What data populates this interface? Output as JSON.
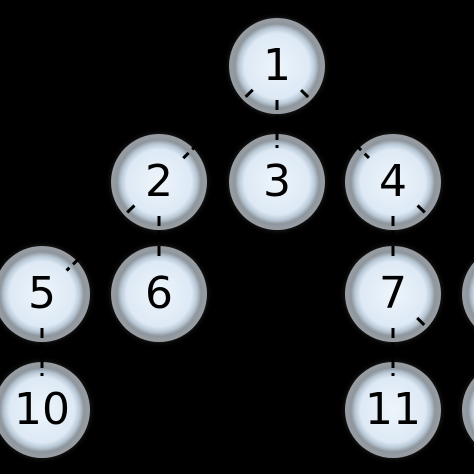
{
  "tree": {
    "nodes": [
      {
        "id": "1",
        "label": "1"
      },
      {
        "id": "2",
        "label": "2"
      },
      {
        "id": "3",
        "label": "3"
      },
      {
        "id": "4",
        "label": "4"
      },
      {
        "id": "5",
        "label": "5"
      },
      {
        "id": "6",
        "label": "6"
      },
      {
        "id": "7",
        "label": "7"
      },
      {
        "id": "8",
        "label": ""
      },
      {
        "id": "10",
        "label": "10"
      },
      {
        "id": "11",
        "label": "11"
      },
      {
        "id": "12",
        "label": ""
      }
    ],
    "edges": [
      [
        "1",
        "2"
      ],
      [
        "1",
        "3"
      ],
      [
        "1",
        "4"
      ],
      [
        "2",
        "5"
      ],
      [
        "2",
        "6"
      ],
      [
        "4",
        "7"
      ],
      [
        "4",
        "8"
      ],
      [
        "5",
        "10"
      ],
      [
        "7",
        "11"
      ],
      [
        "7",
        "12"
      ]
    ],
    "colors": {
      "background": "#000000",
      "edge": "#000000",
      "label": "#000000"
    }
  }
}
